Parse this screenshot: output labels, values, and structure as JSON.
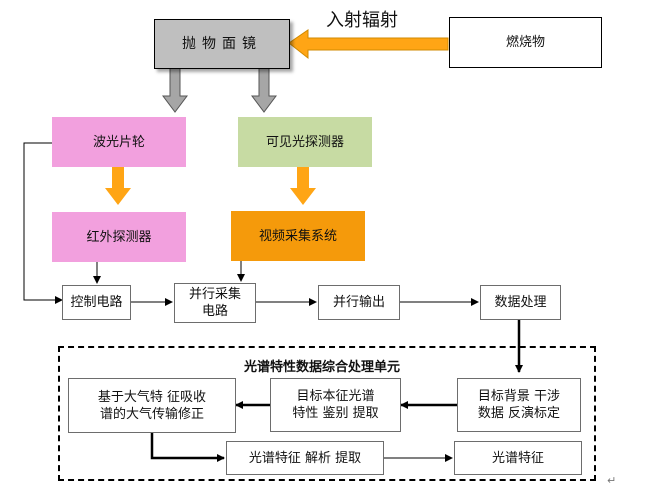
{
  "colors": {
    "mirror_fill": "#bfbfbf",
    "pink_fill": "#f2a0de",
    "green_fill": "#c7dba3",
    "orange_fill": "#f59a0b",
    "arrow_orange": "#ffa515",
    "arrow_gray": "#a6a6a6"
  },
  "top": {
    "mirror": "抛物面镜",
    "fuel": "燃烧物",
    "incoming": "入射辐射"
  },
  "sensors": {
    "filter_wheel": "波光片轮",
    "visible_detector": "可见光探测器",
    "ir_detector": "红外探测器",
    "video_system": "视频采集系统"
  },
  "pipeline": {
    "control": "控制电路",
    "parallel_acq_line1": "并行采集",
    "parallel_acq_line2": "电路",
    "parallel_out": "并行输出",
    "data_proc": "数据处理"
  },
  "unit": {
    "title": "光谱特性数据综合处理单元",
    "bg_line1": "目标背景 干涉",
    "bg_line2": "数据  反演标定",
    "target_line1": "目标本征光谱",
    "target_line2": "特性 鉴别 提取",
    "atm_line1": "基于大气特  征吸收",
    "atm_line2": "谱的大气传输修正",
    "extract": "光谱特征 解析 提取",
    "feature": "光谱特征"
  },
  "corner_mark": "↵"
}
